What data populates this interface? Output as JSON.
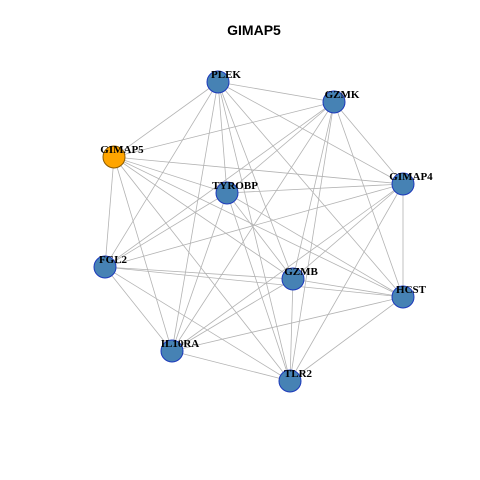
{
  "title": "GIMAP5",
  "colors": {
    "highlight_fill": "#FFA500",
    "highlight_stroke": "#8B5A00",
    "node_fill": "#4682B4",
    "node_stroke": "#1C39BB",
    "edge": "#b3b3b3"
  },
  "nodes": [
    {
      "id": "PLEK",
      "label": "PLEK",
      "highlight": false
    },
    {
      "id": "GZMK",
      "label": "GZMK",
      "highlight": false
    },
    {
      "id": "GIMAP5",
      "label": "GIMAP5",
      "highlight": true
    },
    {
      "id": "TYROBP",
      "label": "TYROBP",
      "highlight": false
    },
    {
      "id": "GIMAP4",
      "label": "GIMAP4",
      "highlight": false
    },
    {
      "id": "FGL2",
      "label": "FGL2",
      "highlight": false
    },
    {
      "id": "GZMB",
      "label": "GZMB",
      "highlight": false
    },
    {
      "id": "HCST",
      "label": "HCST",
      "highlight": false
    },
    {
      "id": "IL10RA",
      "label": "IL10RA",
      "highlight": false
    },
    {
      "id": "TLR2",
      "label": "TLR2",
      "highlight": false
    }
  ],
  "edges": [
    [
      "PLEK",
      "GZMK"
    ],
    [
      "PLEK",
      "GIMAP5"
    ],
    [
      "PLEK",
      "TYROBP"
    ],
    [
      "PLEK",
      "GIMAP4"
    ],
    [
      "PLEK",
      "FGL2"
    ],
    [
      "PLEK",
      "GZMB"
    ],
    [
      "PLEK",
      "HCST"
    ],
    [
      "PLEK",
      "IL10RA"
    ],
    [
      "PLEK",
      "TLR2"
    ],
    [
      "GZMK",
      "GIMAP5"
    ],
    [
      "GZMK",
      "TYROBP"
    ],
    [
      "GZMK",
      "FGL2"
    ],
    [
      "GZMK",
      "GZMB"
    ],
    [
      "GZMK",
      "HCST"
    ],
    [
      "GZMK",
      "IL10RA"
    ],
    [
      "GZMK",
      "TLR2"
    ],
    [
      "GZMK",
      "GIMAP4"
    ],
    [
      "GIMAP5",
      "TYROBP"
    ],
    [
      "GIMAP5",
      "GIMAP4"
    ],
    [
      "GIMAP5",
      "FGL2"
    ],
    [
      "GIMAP5",
      "GZMB"
    ],
    [
      "GIMAP5",
      "HCST"
    ],
    [
      "GIMAP5",
      "IL10RA"
    ],
    [
      "GIMAP5",
      "TLR2"
    ],
    [
      "TYROBP",
      "GIMAP4"
    ],
    [
      "TYROBP",
      "FGL2"
    ],
    [
      "TYROBP",
      "GZMB"
    ],
    [
      "TYROBP",
      "HCST"
    ],
    [
      "TYROBP",
      "IL10RA"
    ],
    [
      "TYROBP",
      "TLR2"
    ],
    [
      "GIMAP4",
      "FGL2"
    ],
    [
      "GIMAP4",
      "GZMB"
    ],
    [
      "GIMAP4",
      "HCST"
    ],
    [
      "GIMAP4",
      "IL10RA"
    ],
    [
      "GIMAP4",
      "TLR2"
    ],
    [
      "FGL2",
      "GZMB"
    ],
    [
      "FGL2",
      "HCST"
    ],
    [
      "FGL2",
      "IL10RA"
    ],
    [
      "FGL2",
      "TLR2"
    ],
    [
      "GZMB",
      "HCST"
    ],
    [
      "GZMB",
      "IL10RA"
    ],
    [
      "GZMB",
      "TLR2"
    ],
    [
      "HCST",
      "IL10RA"
    ],
    [
      "HCST",
      "TLR2"
    ],
    [
      "IL10RA",
      "TLR2"
    ]
  ]
}
